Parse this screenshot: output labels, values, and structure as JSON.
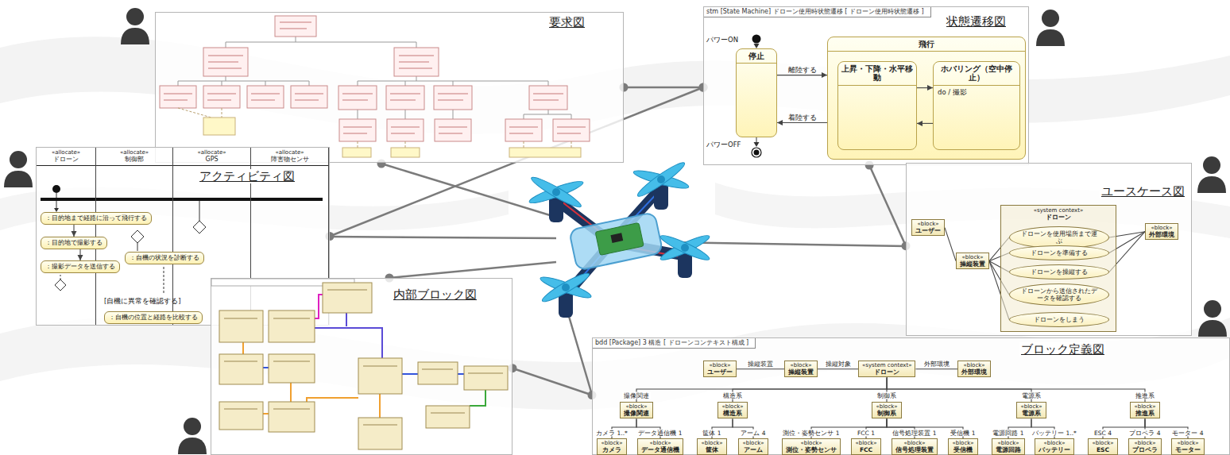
{
  "diagram": {
    "nodes": [
      {
        "text": [
          "要求図"
        ]
      },
      {
        "text": [
          "状態遷移図",
          "stm [State Machine] ドローン使用時状態遷移 [ ドローン使用時状態遷移 ]"
        ]
      },
      {
        "text": [
          "停止"
        ],
        "in": 1
      },
      {
        "text": [
          "飛行"
        ],
        "in": 1
      },
      {
        "text": [
          "上昇・下降・水平移動"
        ],
        "in": 3
      },
      {
        "text": [
          "ホバリング（空中停止）",
          "do / 撮影"
        ],
        "in": 3
      },
      {
        "text": [
          "アクティビティ図"
        ]
      },
      {
        "text": [
          "«allocate»",
          "ドローン"
        ],
        "in": 6
      },
      {
        "text": [
          "«allocate»",
          "制御部"
        ],
        "in": 6
      },
      {
        "text": [
          "«allocate»",
          "GPS"
        ],
        "in": 6
      },
      {
        "text": [
          "«allocate»",
          "障害物センサ"
        ],
        "in": 6
      },
      {
        "text": [
          "：目的地まで経路に沿って飛行する"
        ],
        "in": 7
      },
      {
        "text": [
          "：目的地で撮影する"
        ],
        "in": 7
      },
      {
        "text": [
          "：撮影データを送信する"
        ],
        "in": 7
      },
      {
        "text": [
          "：自機の状況を診断する"
        ],
        "in": 8
      },
      {
        "text": [
          "：自機の位置と経路を比較する"
        ],
        "in": 8
      },
      {
        "text": [
          "ユースケース図"
        ]
      },
      {
        "text": [
          "«block»",
          "ユーザー"
        ],
        "in": 16
      },
      {
        "text": [
          "«block»",
          "操縦装置"
        ],
        "in": 16
      },
      {
        "text": [
          "«system context»",
          "ドローン"
        ],
        "in": 16
      },
      {
        "text": [
          "ドローンを使用場所まで運ぶ"
        ],
        "in": 19
      },
      {
        "text": [
          "ドローンを準備する"
        ],
        "in": 19
      },
      {
        "text": [
          "ドローンを操縦する"
        ],
        "in": 19
      },
      {
        "text": [
          "ドローンから送信されたデータを確認する"
        ],
        "in": 19
      },
      {
        "text": [
          "ドローンをしまう"
        ],
        "in": 19
      },
      {
        "text": [
          "«block»",
          "外部環境"
        ],
        "in": 16
      },
      {
        "text": [
          "内部ブロック図"
        ]
      },
      {
        "text": [
          "ブロック定義図",
          "bdd [Package] 3 構造 [ ドローンコンテキスト構成 ]"
        ]
      },
      {
        "text": [
          "«block»",
          "ユーザー"
        ],
        "in": 27
      },
      {
        "text": [
          "«block»",
          "操縦装置"
        ],
        "in": 27
      },
      {
        "text": [
          "«system context»",
          "ドローン"
        ],
        "in": 27
      },
      {
        "text": [
          "«block»",
          "外部環境"
        ],
        "in": 27
      },
      {
        "text": [
          "«block»",
          "撮像関連"
        ],
        "in": 27
      },
      {
        "text": [
          "«block»",
          "構造系"
        ],
        "in": 27
      },
      {
        "text": [
          "«block»",
          "制御系"
        ],
        "in": 27
      },
      {
        "text": [
          "«block»",
          "電源系"
        ],
        "in": 27
      },
      {
        "text": [
          "«block»",
          "推進系"
        ],
        "in": 27
      },
      {
        "text": [
          "«block»",
          "カメラ"
        ],
        "in": 27
      },
      {
        "text": [
          "«block»",
          "データ通信機"
        ],
        "in": 27
      },
      {
        "text": [
          "«block»",
          "筐体"
        ],
        "in": 27
      },
      {
        "text": [
          "«block»",
          "アーム"
        ],
        "in": 27
      },
      {
        "text": [
          "«block»",
          "測位・姿勢センサ"
        ],
        "in": 27
      },
      {
        "text": [
          "«block»",
          "FCC"
        ],
        "in": 27
      },
      {
        "text": [
          "«block»",
          "信号処理装置"
        ],
        "in": 27
      },
      {
        "text": [
          "«block»",
          "受信機"
        ],
        "in": 27
      },
      {
        "text": [
          "«block»",
          "電源回路"
        ],
        "in": 27
      },
      {
        "text": [
          "«block»",
          "バッテリー"
        ],
        "in": 27
      },
      {
        "text": [
          "«block»",
          "ESC"
        ],
        "in": 27
      },
      {
        "text": [
          "«block»",
          "プロペラ"
        ],
        "in": 27
      },
      {
        "text": [
          "«block»",
          "モーター"
        ],
        "in": 27
      }
    ],
    "edges": [
      {
        "from": 0,
        "to": 1,
        "arrow": "none"
      },
      {
        "from": 6,
        "to": 1,
        "arrow": "none"
      },
      {
        "from": 1,
        "to": 16,
        "arrow": "none"
      },
      {
        "from": 26,
        "to": 27,
        "arrow": "none"
      },
      {
        "from": 2,
        "to": 3,
        "arrow": "to",
        "label": "離陸する"
      },
      {
        "from": 3,
        "to": 2,
        "arrow": "to",
        "label": "着陸する"
      },
      {
        "from": 4,
        "to": 5,
        "arrow": "to"
      },
      {
        "from": 5,
        "to": 4,
        "arrow": "to"
      },
      {
        "from": 11,
        "to": 12,
        "arrow": "to"
      },
      {
        "from": 12,
        "to": 13,
        "arrow": "to"
      },
      {
        "from": 17,
        "to": 18,
        "arrow": "none"
      },
      {
        "from": 18,
        "to": 20,
        "arrow": "none"
      },
      {
        "from": 18,
        "to": 21,
        "arrow": "none"
      },
      {
        "from": 18,
        "to": 22,
        "arrow": "none"
      },
      {
        "from": 18,
        "to": 23,
        "arrow": "none"
      },
      {
        "from": 18,
        "to": 24,
        "arrow": "none"
      },
      {
        "from": 25,
        "to": 20,
        "arrow": "none"
      },
      {
        "from": 25,
        "to": 21,
        "arrow": "none"
      },
      {
        "from": 25,
        "to": 22,
        "arrow": "none"
      },
      {
        "from": 28,
        "to": 29,
        "arrow": "none",
        "label": "操縦装置"
      },
      {
        "from": 29,
        "to": 30,
        "arrow": "none",
        "label": "操縦対象"
      },
      {
        "from": 30,
        "to": 31,
        "arrow": "none",
        "label": "外部環境"
      },
      {
        "from": 30,
        "to": 32,
        "arrow": "none",
        "label": "撮像関連"
      },
      {
        "from": 30,
        "to": 33,
        "arrow": "none",
        "label": "構造系"
      },
      {
        "from": 30,
        "to": 34,
        "arrow": "none",
        "label": "制御系"
      },
      {
        "from": 30,
        "to": 35,
        "arrow": "none",
        "label": "電源系"
      },
      {
        "from": 30,
        "to": 36,
        "arrow": "none",
        "label": "推進系"
      },
      {
        "from": 32,
        "to": 37,
        "arrow": "none",
        "label": "カメラ 1..*"
      },
      {
        "from": 32,
        "to": 38,
        "arrow": "none",
        "label": "データ通信機 1"
      },
      {
        "from": 33,
        "to": 39,
        "arrow": "none",
        "label": "筐体 1"
      },
      {
        "from": 33,
        "to": 40,
        "arrow": "none",
        "label": "アーム 4"
      },
      {
        "from": 34,
        "to": 41,
        "arrow": "none",
        "label": "測位・姿勢センサ 1"
      },
      {
        "from": 34,
        "to": 42,
        "arrow": "none",
        "label": "FCC 1"
      },
      {
        "from": 34,
        "to": 43,
        "arrow": "none",
        "label": "信号処理装置 1"
      },
      {
        "from": 34,
        "to": 44,
        "arrow": "none",
        "label": "受信機 1"
      },
      {
        "from": 35,
        "to": 45,
        "arrow": "none",
        "label": "電源回路 1"
      },
      {
        "from": 35,
        "to": 46,
        "arrow": "none",
        "label": "バッテリー 1..*"
      },
      {
        "from": 36,
        "to": 47,
        "arrow": "none",
        "label": "ESC 4"
      },
      {
        "from": 36,
        "to": 48,
        "arrow": "none",
        "label": "プロペラ 4"
      },
      {
        "from": 36,
        "to": 49,
        "arrow": "none",
        "label": "モーター 4"
      }
    ],
    "labels": [
      "パワーON",
      "パワーOFF",
      "[自機に異常を確認する]"
    ]
  }
}
